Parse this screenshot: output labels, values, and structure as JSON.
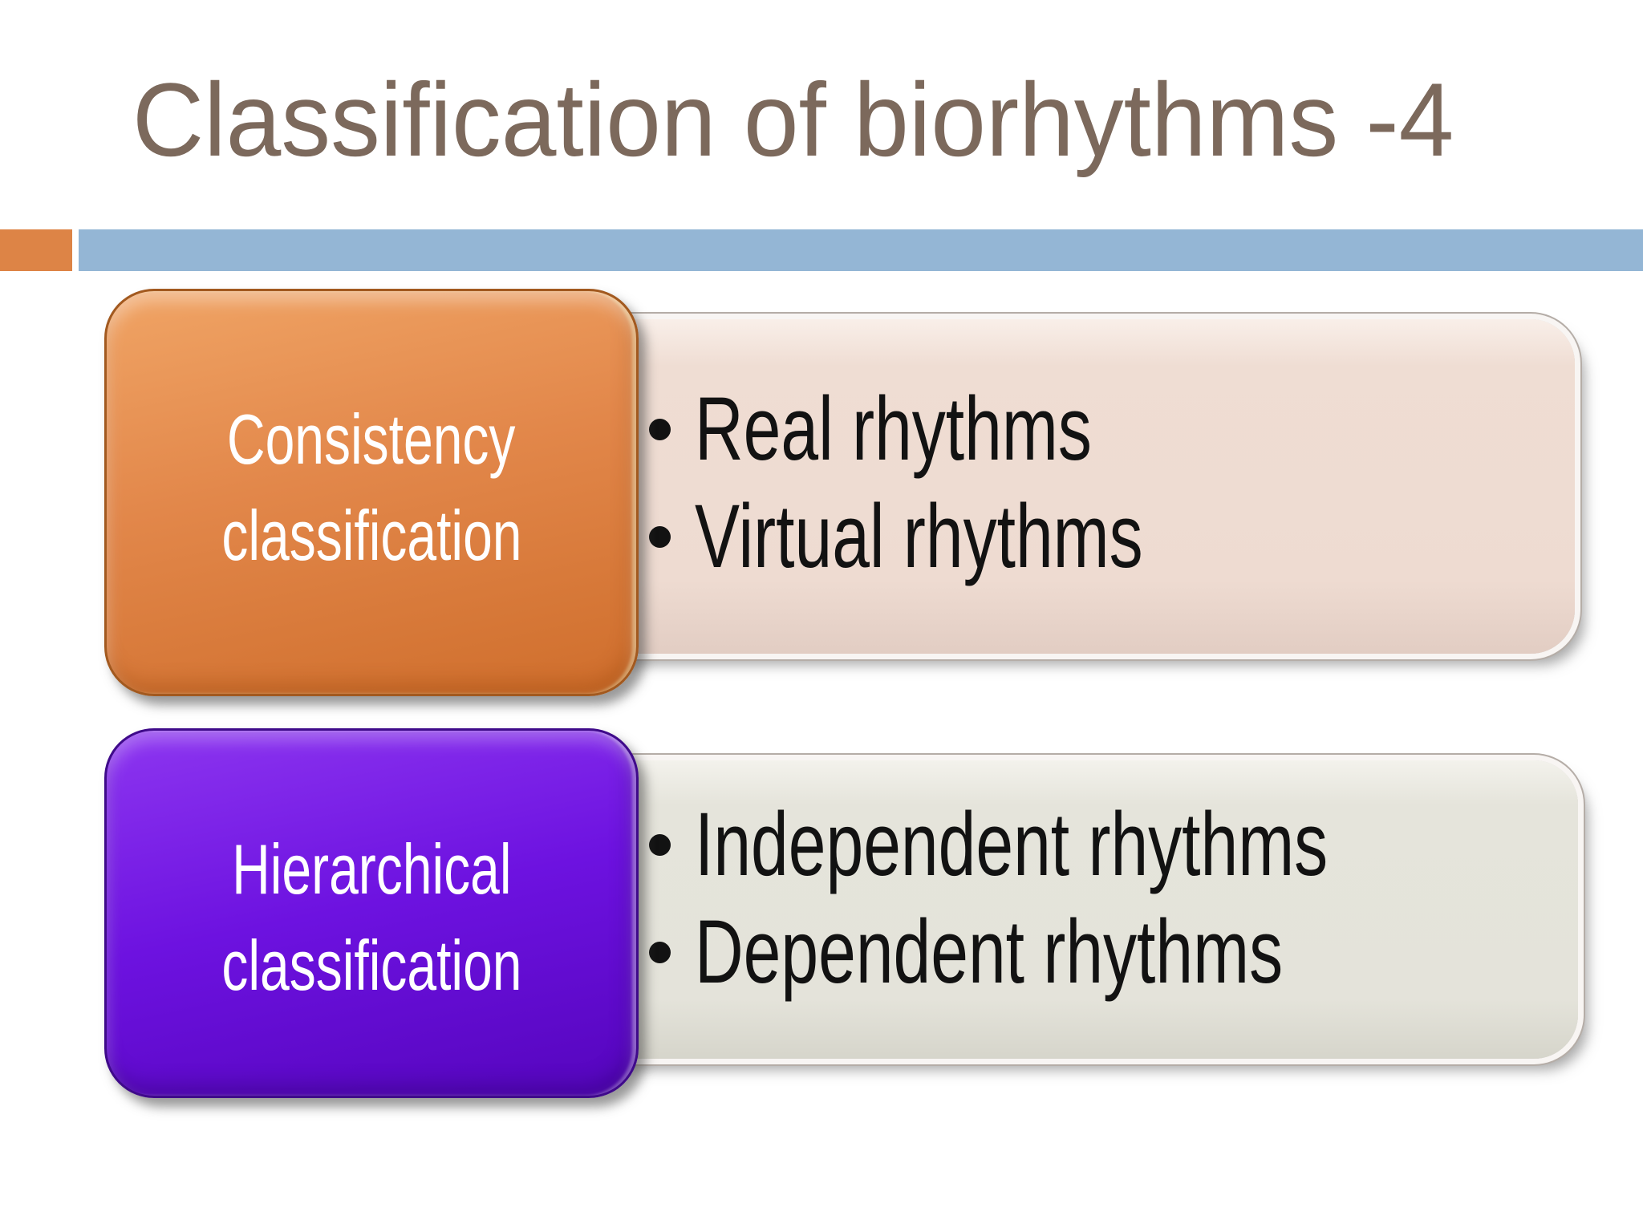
{
  "slide": {
    "title": "Classification of biorhythms -4"
  },
  "colors": {
    "title_text": "#7c695c",
    "bar_orange": "#dd8446",
    "bar_blue": "#94b6d5",
    "box1_fill": "#e2874a",
    "box2_fill": "#6d12e0",
    "panel1_fill": "#efddd3",
    "panel2_fill": "#e5e4db",
    "label_text": "#ffffff",
    "bullet_text": "#121212"
  },
  "rows": [
    {
      "label_lines": [
        "Consistency",
        "classification"
      ],
      "bullets": [
        "Real rhythms",
        "Virtual rhythms"
      ]
    },
    {
      "label_lines": [
        "Hierarchical",
        "classification"
      ],
      "bullets": [
        "Independent rhythms",
        "Dependent rhythms"
      ]
    }
  ]
}
